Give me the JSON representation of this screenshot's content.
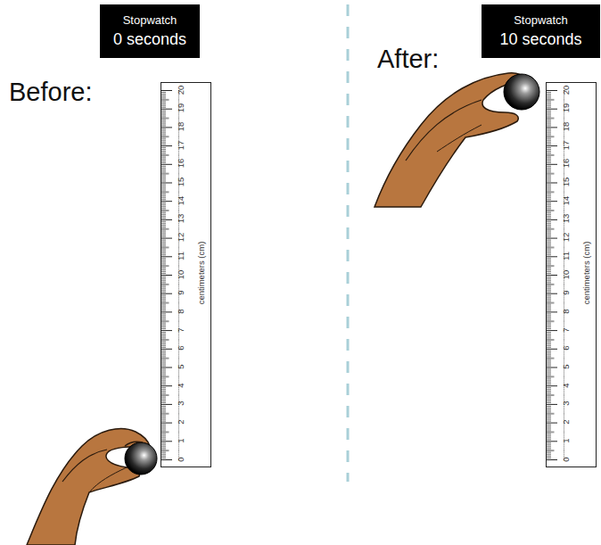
{
  "diagram": {
    "nodes": [
      {
        "text": [
          "Stopwatch",
          "0 seconds"
        ]
      },
      {
        "text": [
          "0",
          "1",
          "2",
          "3",
          "4",
          "5",
          "6",
          "7",
          "8",
          "9",
          "10",
          "11",
          "12",
          "13",
          "14",
          "15",
          "16",
          "17",
          "18",
          "19",
          "20",
          "centimeters (cm)"
        ]
      },
      {
        "text": [
          "Stopwatch",
          "10 seconds"
        ]
      },
      {
        "text": [
          "0",
          "1",
          "2",
          "3",
          "4",
          "5",
          "6",
          "7",
          "8",
          "9",
          "10",
          "11",
          "12",
          "13",
          "14",
          "15",
          "16",
          "17",
          "18",
          "19",
          "20",
          "centimeters (cm)"
        ]
      }
    ],
    "labels": [
      "Before:",
      "After:"
    ]
  }
}
